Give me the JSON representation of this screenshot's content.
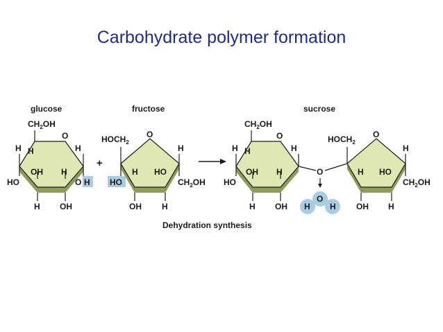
{
  "page": {
    "title": "Carbohydrate polymer formation"
  },
  "diagram": {
    "colors": {
      "ring_fill": "#dfe8b3",
      "ring_side": "#8d9c56",
      "highlight": "#a8cde3",
      "title": "#1f2c86"
    },
    "glucose": {
      "name": "glucose",
      "ch2oh": "CH",
      "ch2oh_sub": "2",
      "ch2oh_tail": "OH",
      "ring_o": "O",
      "h_tl": "H",
      "h_inner": "H",
      "h_right": "H",
      "oh_inner": "OH",
      "h_mid": "H",
      "ho_left": "HO",
      "o_right": "O",
      "h_highlight": "H",
      "h_bottom": "H",
      "oh_bottom": "OH"
    },
    "plus": "+",
    "fructose": {
      "name": "fructose",
      "hoch2": "HOCH",
      "hoch2_sub": "2",
      "ring_o": "O",
      "h_right": "H",
      "h_inner": "H",
      "ho_inner": "HO",
      "ho_highlight": "HO",
      "ch2oh": "CH",
      "ch2oh_sub": "2",
      "ch2oh_tail": "OH",
      "oh_bottom": "OH",
      "h_bottom": "H"
    },
    "sucrose": {
      "name": "sucrose",
      "ch2oh": "CH",
      "ch2oh_sub": "2",
      "ch2oh_tail": "OH",
      "ring_o_left": "O",
      "h_tl": "H",
      "h_inner": "H",
      "h_right": "H",
      "oh_inner": "OH",
      "h_mid": "H",
      "ho_left": "HO",
      "h_bottom": "H",
      "oh_bottom": "OH",
      "bridge_o": "O",
      "hoch2": "HOCH",
      "hoch2_sub": "2",
      "ring_o_right": "O",
      "h_far_right": "H",
      "h_inner2": "H",
      "ho_inner2": "HO",
      "ch2oh2": "CH",
      "ch2oh2_sub": "2",
      "ch2oh2_tail": "OH",
      "oh_bottom2": "OH",
      "h_bottom2": "H"
    },
    "water": {
      "h_left": "H",
      "o": "O",
      "h_right": "H"
    },
    "caption": "Dehydration synthesis"
  }
}
